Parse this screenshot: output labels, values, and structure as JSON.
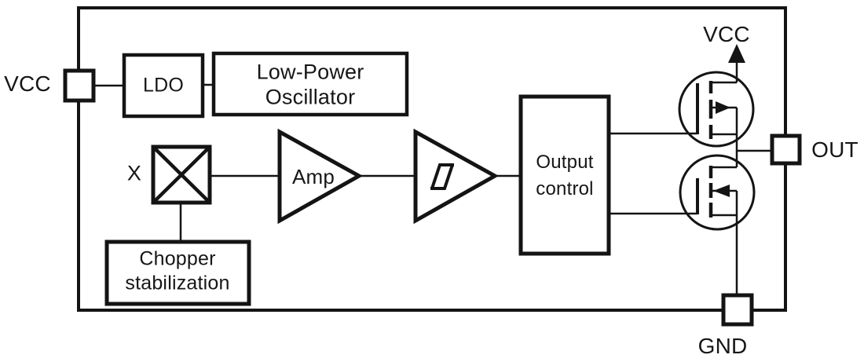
{
  "diagram": {
    "title": "sensor-ic-block-diagram",
    "colors": {
      "line": "#141414",
      "background": "#ffffff",
      "text": "#161616"
    },
    "ports": {
      "vcc_left": "VCC",
      "vcc_top": "VCC",
      "out": "OUT",
      "gnd": "GND"
    },
    "inputs": {
      "x": "X"
    },
    "blocks": {
      "ldo": "LDO",
      "oscillator_line1": "Low-Power",
      "oscillator_line2": "Oscillator",
      "amp": "Amp",
      "output_control_line1": "Output",
      "output_control_line2": "control",
      "chopper_line1": "Chopper",
      "chopper_line2": "stabilization"
    },
    "icons": {
      "multiplier": "multiplier-icon",
      "schmitt": "schmitt-trigger-icon",
      "high_side_fet": "pmos-transistor-icon",
      "low_side_fet": "nmos-transistor-icon",
      "vcc_arrow": "arrow-up-icon"
    }
  }
}
